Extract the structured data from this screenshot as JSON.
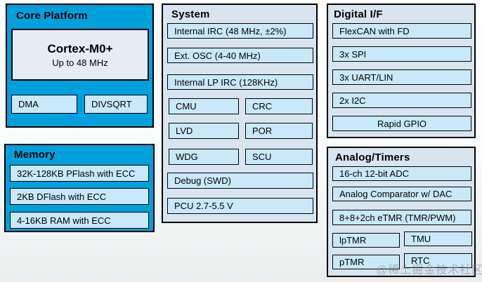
{
  "colors": {
    "block_blue": "#00A0DC",
    "panel_light": "#D8E5F0",
    "item_cyan": "#C9E9FA",
    "cpu_fill": "#E5ECF6",
    "border": "#000000"
  },
  "watermark": "@稀土掘金技术社区",
  "blocks": {
    "core": {
      "title": "Core Platform",
      "cpu": {
        "name": "Cortex-M0+",
        "sub": "Up to 48 MHz"
      },
      "items": [
        "DMA",
        "DIVSQRT"
      ]
    },
    "memory": {
      "title": "Memory",
      "items": [
        "32K-128KB PFlash with ECC",
        "2KB DFlash with ECC",
        "4-16KB RAM with ECC"
      ]
    },
    "system": {
      "title": "System",
      "full_items": [
        "Internal IRC (48 MHz, ±2%)",
        "Ext. OSC (4-40 MHz)",
        "Internal LP IRC (128KHz)"
      ],
      "pairs": [
        [
          "CMU",
          "CRC"
        ],
        [
          "LVD",
          "POR"
        ],
        [
          "WDG",
          "SCU"
        ]
      ],
      "bottom_items": [
        "Debug  (SWD)",
        "PCU 2.7-5.5 V"
      ]
    },
    "digital": {
      "title": "Digital I/F",
      "items": [
        "FlexCAN with FD",
        "3x SPI",
        "3x UART/LIN",
        "2x I2C"
      ],
      "centered_item": "Rapid GPIO"
    },
    "analog": {
      "title": "Analog/Timers",
      "items": [
        "16-ch 12-bit ADC",
        "Analog Comparator w/ DAC",
        "8+8+2ch eTMR (TMR/PWM)"
      ],
      "pairs": [
        [
          "lpTMR",
          "TMU"
        ],
        [
          "pTMR",
          "RTC"
        ]
      ]
    }
  }
}
